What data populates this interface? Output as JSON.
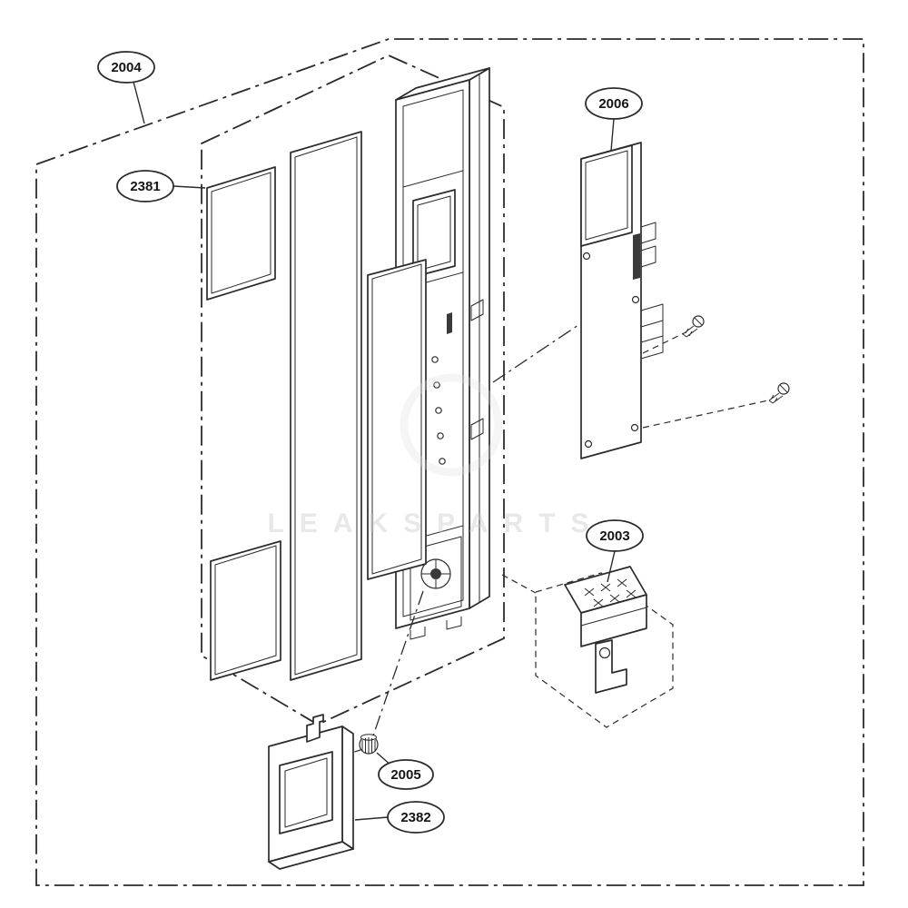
{
  "diagram": {
    "watermark": "LEAKSPARTS",
    "colors": {
      "line": "#2b2b2b",
      "background": "#ffffff",
      "watermark": "#c9c9c9"
    },
    "callouts": [
      {
        "id": "2004",
        "label": "2004"
      },
      {
        "id": "2381",
        "label": "2381"
      },
      {
        "id": "2006",
        "label": "2006"
      },
      {
        "id": "2003",
        "label": "2003"
      },
      {
        "id": "2005",
        "label": "2005"
      },
      {
        "id": "2382",
        "label": "2382"
      }
    ]
  }
}
